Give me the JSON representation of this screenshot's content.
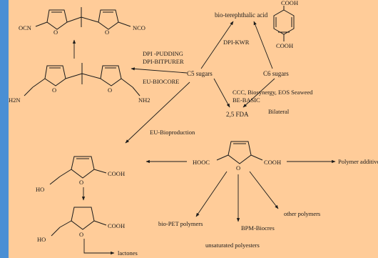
{
  "colors": {
    "background": "#ffcc99",
    "side_stripe": "#4a8fd4",
    "ink": "#1a1a1a"
  },
  "nodes": {
    "c5_sugars": "C5 sugars",
    "c6_sugars": "C6 sugars",
    "bio_terephthalic_acid": "bio-terephthalic acid",
    "fdca": "2,5 FDA",
    "lactones": "lactones",
    "bio_pet": "bio-PET polymers",
    "unsaturated_polyesters": "unsaturated polyesters",
    "other_polymers": "other polymers",
    "polymer_additive": "Polymer additive"
  },
  "edge_labels": {
    "dpi_pudding": "DPI -PUDDING",
    "dpi_bitpurer": "DPI-BITPURER",
    "eu_biocore": "EU-BIOCORE",
    "dpi_kwr": "DPI-KWR",
    "ccc": "CCC, Biosynergy, EOS Seaweed",
    "be_basic": "BE-BASIC",
    "bilateral": "Bilateral",
    "eu_bioproduction": "EU-Bioproduction",
    "bpm_biocres": "BPM-Biocres"
  },
  "atoms": {
    "ocn": "OCN",
    "nco": "NCO",
    "o": "O",
    "h2n": "H2N",
    "nh2": "NH2",
    "cooh": "COOH",
    "hooc": "HOOC",
    "ho": "HO"
  }
}
